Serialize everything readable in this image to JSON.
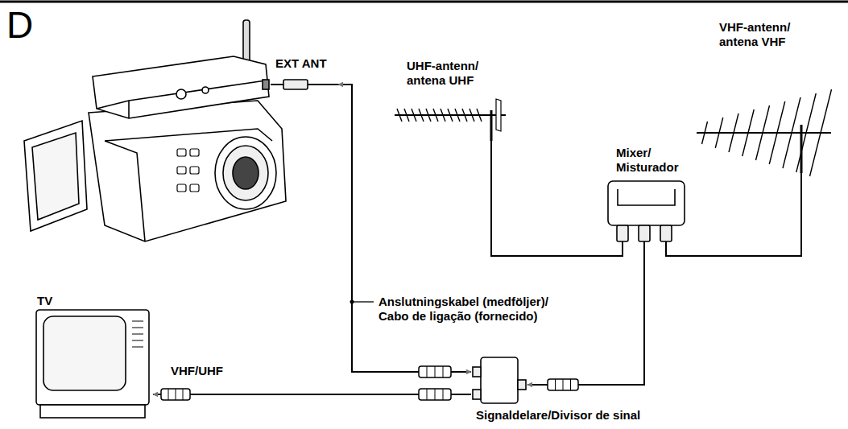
{
  "diagram": {
    "nodes": [
      {
        "text": [
          "EXT ANT"
        ]
      },
      {
        "text": [
          "UHF-antenn/ antena UHF"
        ]
      },
      {
        "text": [
          "Mixer/ Misturador"
        ]
      },
      {
        "text": [
          "VHF-antenn/ antena VHF"
        ]
      },
      {
        "text": [
          "TV"
        ]
      },
      {
        "text": [
          "Signaldelare/Divisor de sinal"
        ]
      }
    ],
    "edges": [
      {
        "from": 1,
        "to": 2,
        "arrow": "none"
      },
      {
        "from": 3,
        "to": 2,
        "arrow": "none"
      },
      {
        "from": 2,
        "to": 5,
        "arrow": "to"
      },
      {
        "from": 0,
        "to": 5,
        "label": "Anslutningskabel (medföljer)/ Cabo de ligação (fornecido)",
        "arrow": "both"
      },
      {
        "from": 5,
        "to": 4,
        "label": "VHF/UHF",
        "arrow": "to"
      }
    ],
    "labels": [
      "D"
    ]
  }
}
